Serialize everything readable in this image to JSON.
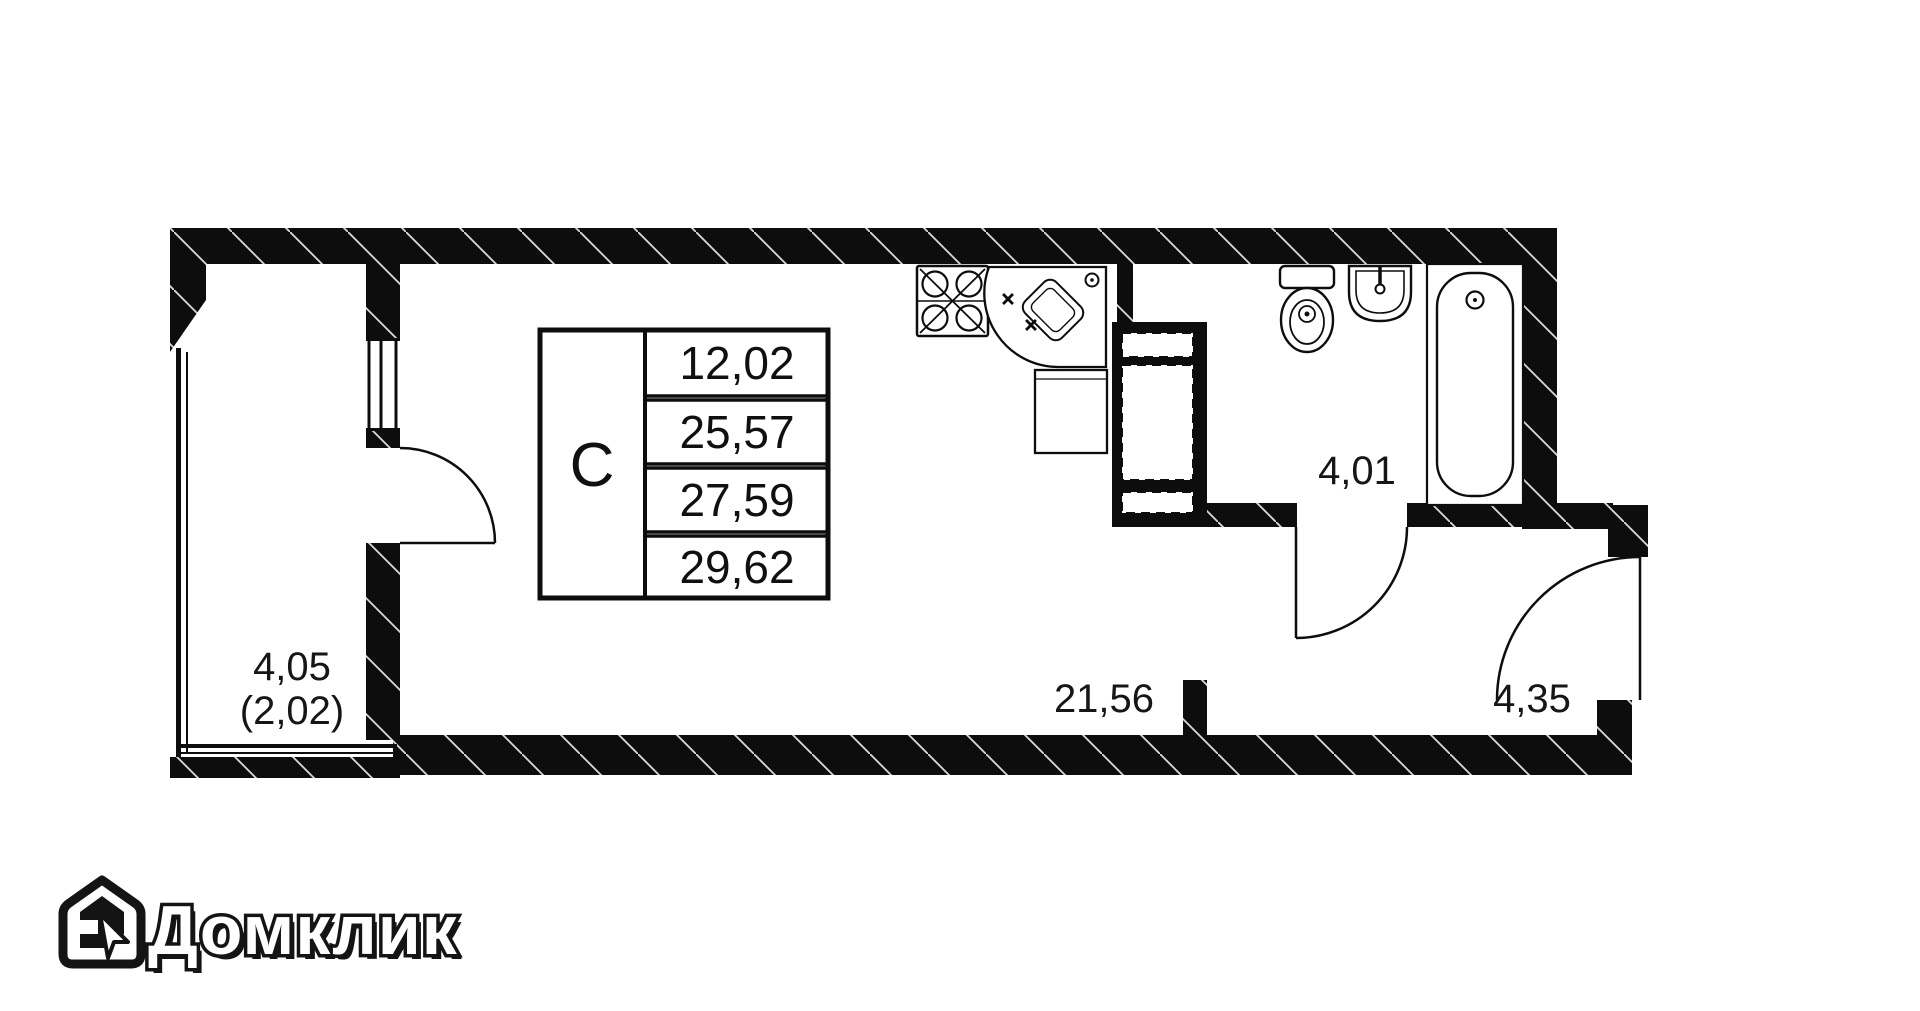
{
  "plan": {
    "table": {
      "letter": "С",
      "values": [
        "12,02",
        "25,57",
        "27,59",
        "29,62"
      ]
    },
    "rooms": {
      "balcony": {
        "area": "4,05",
        "area_reduced": "(2,02)"
      },
      "living": {
        "area": "21,56"
      },
      "bathroom": {
        "area": "4,01"
      },
      "hallway": {
        "area": "4,35"
      }
    }
  },
  "branding": {
    "logo_text": "Домклик"
  },
  "colors": {
    "line": "#0d0d0d",
    "background": "#ffffff",
    "label": "#161616"
  }
}
